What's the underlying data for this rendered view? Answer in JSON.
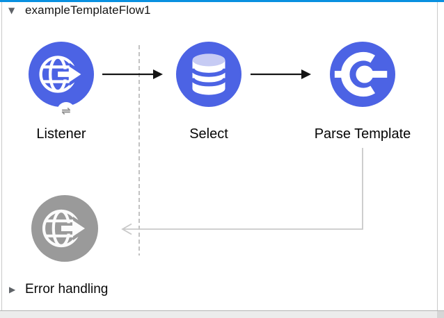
{
  "header": {
    "title": "exampleTemplateFlow1",
    "disclosure_glyph": "▼"
  },
  "nodes": {
    "listener": {
      "label": "Listener",
      "color": "#4C63E4",
      "badge_glyph": "⇌"
    },
    "select": {
      "label": "Select",
      "color": "#4C63E4"
    },
    "parse_template": {
      "label": "Parse Template",
      "color": "#4C63E4"
    },
    "listener_response": {
      "color": "#9A9A9A"
    }
  },
  "error_handling": {
    "label": "Error handling",
    "disclosure_glyph": "▶"
  },
  "colors": {
    "top_bar": "#0990E0",
    "node_blue": "#4C63E4",
    "node_gray": "#9A9A9A",
    "database_top_ellipse": "#C6CBF4",
    "connector_black": "#141414",
    "connector_gray": "#C9C9C9",
    "dashed_guide": "#C2C2C2",
    "badge_glyph_gray": "#8E8E8E"
  }
}
